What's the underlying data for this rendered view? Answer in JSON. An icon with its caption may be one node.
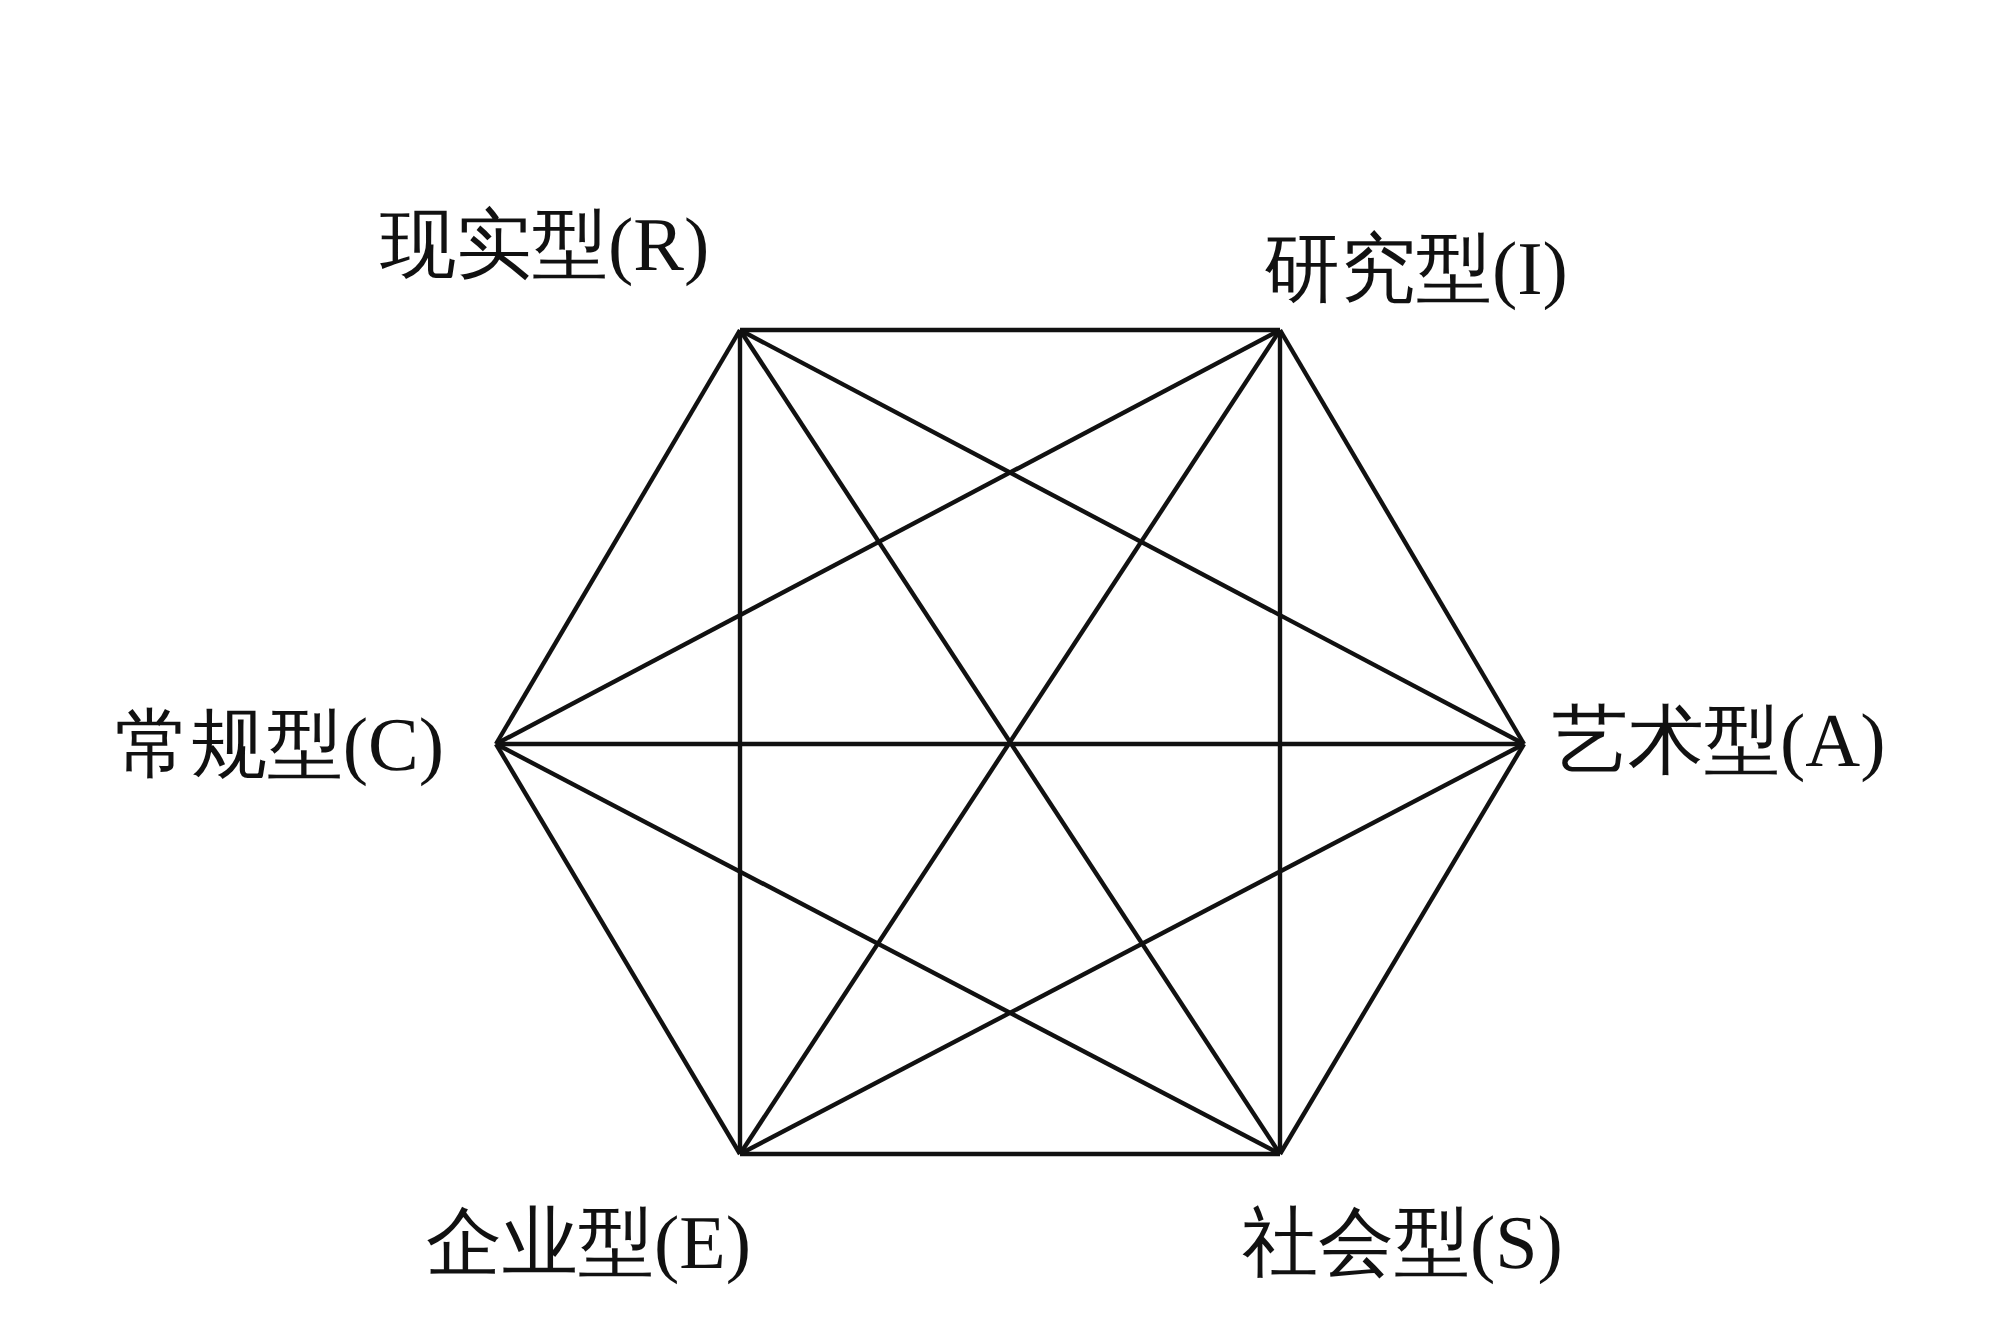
{
  "diagram": {
    "nodes": [
      {
        "text": [
          "现实型(R)"
        ]
      },
      {
        "text": [
          "研究型(I)"
        ]
      },
      {
        "text": [
          "常规型(C)"
        ]
      },
      {
        "text": [
          "艺术型(A)"
        ]
      },
      {
        "text": [
          "企业型(E)"
        ]
      },
      {
        "text": [
          "社会型(S)"
        ]
      }
    ],
    "edges": [
      {
        "from": 0,
        "to": 1,
        "arrow": "none"
      },
      {
        "from": 1,
        "to": 3,
        "arrow": "none"
      },
      {
        "from": 3,
        "to": 5,
        "arrow": "none"
      },
      {
        "from": 5,
        "to": 4,
        "arrow": "none"
      },
      {
        "from": 4,
        "to": 2,
        "arrow": "none"
      },
      {
        "from": 2,
        "to": 0,
        "arrow": "none"
      },
      {
        "from": 0,
        "to": 3,
        "arrow": "none"
      },
      {
        "from": 0,
        "to": 4,
        "arrow": "none"
      },
      {
        "from": 0,
        "to": 5,
        "arrow": "none"
      },
      {
        "from": 1,
        "to": 2,
        "arrow": "none"
      },
      {
        "from": 1,
        "to": 4,
        "arrow": "none"
      },
      {
        "from": 1,
        "to": 5,
        "arrow": "none"
      },
      {
        "from": 2,
        "to": 3,
        "arrow": "none"
      },
      {
        "from": 2,
        "to": 5,
        "arrow": "none"
      },
      {
        "from": 3,
        "to": 4,
        "arrow": "none"
      }
    ]
  }
}
